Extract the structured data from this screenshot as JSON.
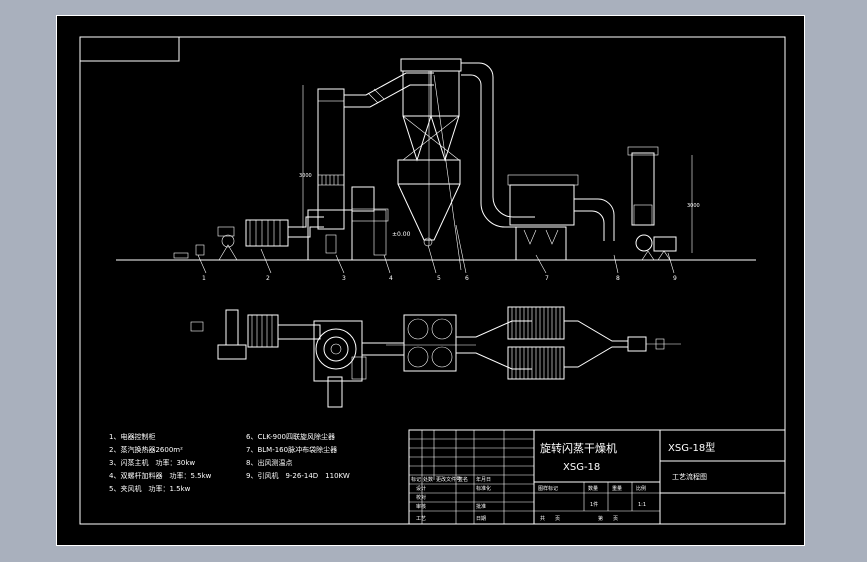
{
  "drawing": {
    "legend": [
      "1、电器控制柜",
      "2、蒸汽换热器2600m²",
      "3、闪蒸主机　功率：30kw",
      "4、双螺杆加料器　功率：5.5kw",
      "5、夹风机　功率：1.5kw",
      "6、CLK-900四联旋风除尘器",
      "7、BLM-160脉冲布袋除尘器",
      "8、出风测温点",
      "9、引风机　9-26-14D　110KW"
    ],
    "equipment_numbers": [
      "1",
      "2",
      "3",
      "4",
      "5",
      "6",
      "7",
      "8",
      "9"
    ],
    "dimension_labels": [
      "3000",
      "3000",
      "±0.00"
    ],
    "title_block": {
      "title": "旋转闪蒸干燥机",
      "model": "XSG-18",
      "model_type": "XSG-18型",
      "drawing_name": "工艺流程图",
      "ratio": "1:1",
      "quantity": "1件",
      "col_labels": [
        "标记",
        "处数",
        "更改文件号",
        "签名",
        "年月日"
      ],
      "sign_rows": [
        "设计",
        "校对",
        "审核",
        "工艺"
      ],
      "std_label": "标准化",
      "approve_label": "批准",
      "date_label": "日期",
      "stage_header": [
        "图样标记",
        "数量",
        "重量",
        "比例"
      ],
      "sheets": [
        "共　　页",
        "第　　页"
      ]
    },
    "colors": {
      "background": "#000000",
      "lines": "#ffffff",
      "frame": "#a9b0bd"
    }
  }
}
